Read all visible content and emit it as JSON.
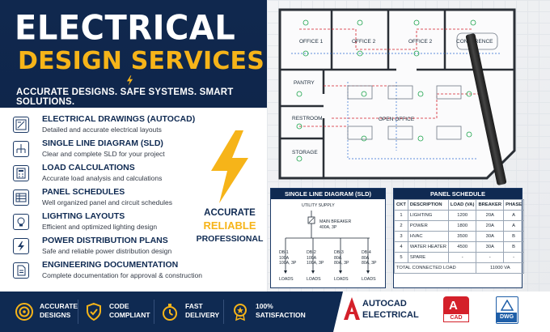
{
  "header": {
    "title_line1": "ELECTRICAL",
    "title_line2": "DESIGN SERVICES",
    "tagline": "ACCURATE DESIGNS. SAFE SYSTEMS. SMART SOLUTIONS."
  },
  "services": [
    {
      "title": "ELECTRICAL DRAWINGS (AUTOCAD)",
      "desc": "Detailed and accurate electrical layouts",
      "icon": "drawing-icon"
    },
    {
      "title": "SINGLE LINE DIAGRAM (SLD)",
      "desc": "Clear and complete SLD for your project",
      "icon": "diagram-icon"
    },
    {
      "title": "LOAD CALCULATIONS",
      "desc": "Accurate load analysis and calculations",
      "icon": "calculator-icon"
    },
    {
      "title": "PANEL SCHEDULES",
      "desc": "Well organized panel and circuit schedules",
      "icon": "table-icon"
    },
    {
      "title": "LIGHTING LAYOUTS",
      "desc": "Efficient and optimized lighting design",
      "icon": "bulb-icon"
    },
    {
      "title": "POWER DISTRIBUTION PLANS",
      "desc": "Safe and reliable power distribution design",
      "icon": "bolt-icon"
    },
    {
      "title": "ENGINEERING DOCUMENTATION",
      "desc": "Complete documentation for approval & construction",
      "icon": "document-icon"
    }
  ],
  "accent": {
    "line1": "ACCURATE",
    "line2": "RELIABLE",
    "line3": "PROFESSIONAL"
  },
  "floorplan": {
    "rooms": [
      "OFFICE 1",
      "OFFICE 2",
      "OFFICE 2",
      "CONFERENCE",
      "PANTRY",
      "RESTROOM",
      "OPEN OFFICE",
      "STORAGE"
    ]
  },
  "sld": {
    "title": "SINGLE LINE DIAGRAM (SLD)",
    "utility": "UTILITY SUPPLY",
    "main_breaker_1": "MAIN BREAKER",
    "main_breaker_2": "400A, 3P",
    "feeders": [
      {
        "l1": "DB-1",
        "l2": "100A",
        "l3": "100A, 3P",
        "load": "LOADS"
      },
      {
        "l1": "DB-2",
        "l2": "100A",
        "l3": "100A, 3P",
        "load": "LOADS"
      },
      {
        "l1": "DB-3",
        "l2": "80A",
        "l3": "80A, 3P",
        "load": "LOADS"
      },
      {
        "l1": "DB-4",
        "l2": "80A",
        "l3": "80A, 3P",
        "load": "LOADS"
      }
    ]
  },
  "schedule": {
    "title": "PANEL SCHEDULE",
    "headers": [
      "CKT",
      "DESCRIPTION",
      "LOAD (VA)",
      "BREAKER",
      "PHASE"
    ],
    "rows": [
      [
        "1",
        "LIGHTING",
        "1200",
        "20A",
        "A"
      ],
      [
        "2",
        "POWER",
        "1800",
        "20A",
        "A"
      ],
      [
        "3",
        "HVAC",
        "3500",
        "30A",
        "B"
      ],
      [
        "4",
        "WATER HEATER",
        "4500",
        "30A",
        "B"
      ],
      [
        "5",
        "SPARE",
        "-",
        "-",
        "-"
      ]
    ],
    "total_label": "TOTAL CONNECTED LOAD",
    "total_value": "11000 VA"
  },
  "badges": [
    {
      "l1": "ACCURATE",
      "l2": "DESIGNS",
      "icon": "target-icon"
    },
    {
      "l1": "CODE",
      "l2": "COMPLIANT",
      "icon": "shield-check-icon"
    },
    {
      "l1": "FAST",
      "l2": "DELIVERY",
      "icon": "stopwatch-icon"
    },
    {
      "l1": "100%",
      "l2": "SATISFACTION",
      "icon": "medal-icon"
    }
  ],
  "software": {
    "autocad_1": "AUTOCAD",
    "autocad_2": "ELECTRICAL",
    "cad_badge": "CAD",
    "dwg_badge": "DWG"
  },
  "colors": {
    "navy": "#0f2a52",
    "gold": "#f6b419",
    "autocad_red": "#d4202a",
    "dwg_blue": "#1f5fa8"
  }
}
